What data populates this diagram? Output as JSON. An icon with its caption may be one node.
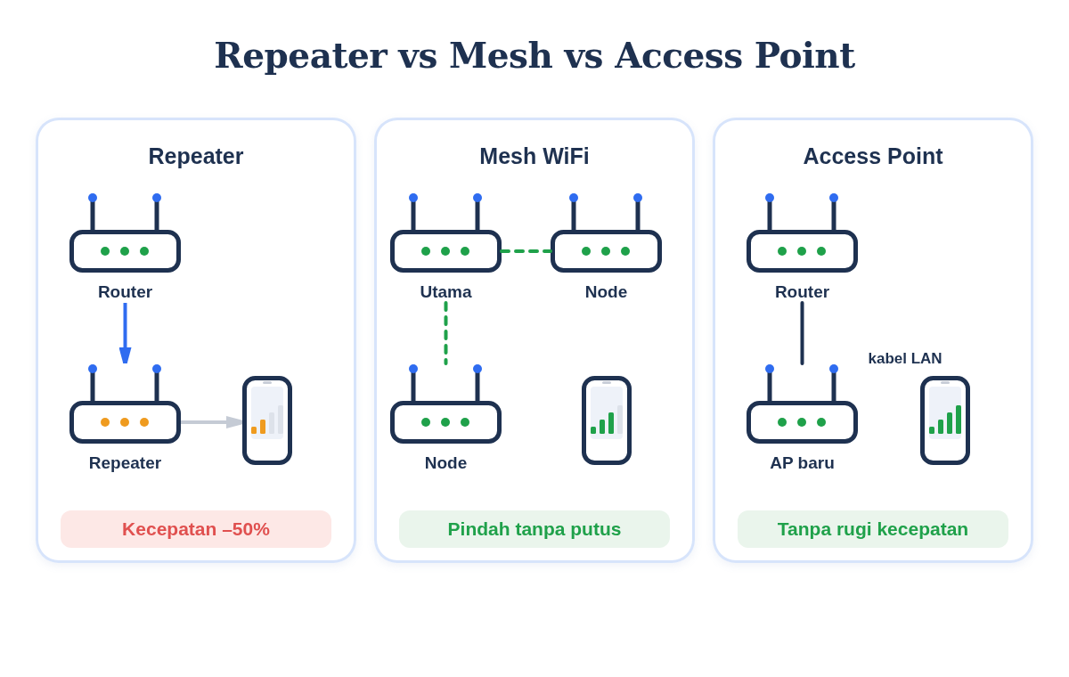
{
  "diagram": {
    "title": "Repeater vs Mesh vs Access Point",
    "nodes": [
      {
        "text": [
          "Repeater"
        ]
      },
      {
        "text": [
          "Router"
        ],
        "in": 0
      },
      {
        "text": [
          "Repeater"
        ],
        "in": 0
      },
      {
        "text": [],
        "shape": "picture",
        "in": 0
      },
      {
        "text": [
          "Kecepatan –50%"
        ],
        "in": 0
      },
      {
        "text": [
          "Mesh WiFi"
        ]
      },
      {
        "text": [
          "Utama"
        ],
        "in": 5
      },
      {
        "text": [
          "Node"
        ],
        "in": 5
      },
      {
        "text": [
          "Node"
        ],
        "in": 5
      },
      {
        "text": [],
        "shape": "picture",
        "in": 5
      },
      {
        "text": [
          "Pindah tanpa putus"
        ],
        "in": 5
      },
      {
        "text": [
          "Access Point"
        ]
      },
      {
        "text": [
          "Router"
        ],
        "in": 11
      },
      {
        "text": [
          "AP baru"
        ],
        "in": 11
      },
      {
        "text": [],
        "shape": "picture",
        "in": 11
      },
      {
        "text": [
          "Tanpa rugi kecepatan"
        ],
        "in": 11
      }
    ],
    "edges": [
      {
        "from": 1,
        "to": 2,
        "arrow": "to",
        "color": "#2f6cf0"
      },
      {
        "from": 2,
        "to": 3,
        "arrow": "to",
        "color": "#c5cbd5"
      },
      {
        "from": 6,
        "to": 7,
        "arrow": "none",
        "style": "dashed",
        "color": "#1fa14a"
      },
      {
        "from": 6,
        "to": 8,
        "arrow": "none",
        "style": "dashed",
        "color": "#1fa14a"
      },
      {
        "from": 12,
        "to": 13,
        "arrow": "none",
        "label": "kabel LAN",
        "color": "#1e3150"
      }
    ]
  }
}
